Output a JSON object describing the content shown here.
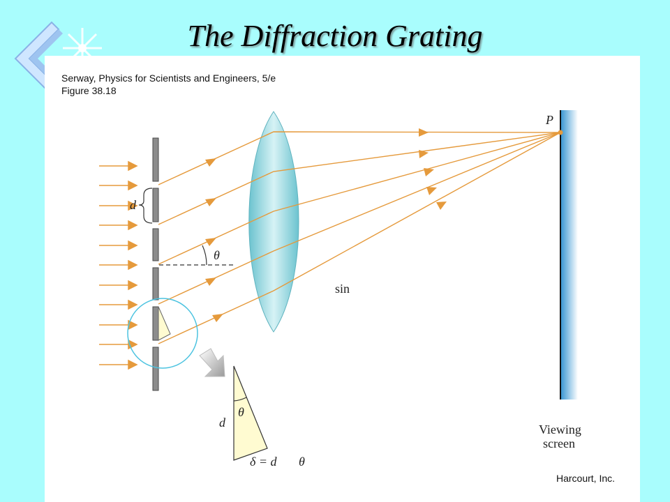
{
  "slide": {
    "title": "The Diffraction Grating"
  },
  "figure": {
    "source_line1": "Serway, Physics for Scientists and Engineers, 5/e",
    "source_line2": "Figure 38.18",
    "credit": "Harcourt, Inc.",
    "labels": {
      "point": "P",
      "slit_spacing": "d",
      "angle": "θ",
      "sin": "sin",
      "screen_line1": "Viewing",
      "screen_line2": "screen",
      "inset_d": "d",
      "inset_angle": "θ",
      "path_delta": "δ = d",
      "path_theta": "θ"
    }
  },
  "colors": {
    "background": "#a9fdfd",
    "ray": "#e59a3c",
    "lens": "#7fcfd8",
    "screen": "#2b8fcf",
    "circle": "#4cc3e0",
    "triangle_fill": "#fffbd1"
  }
}
